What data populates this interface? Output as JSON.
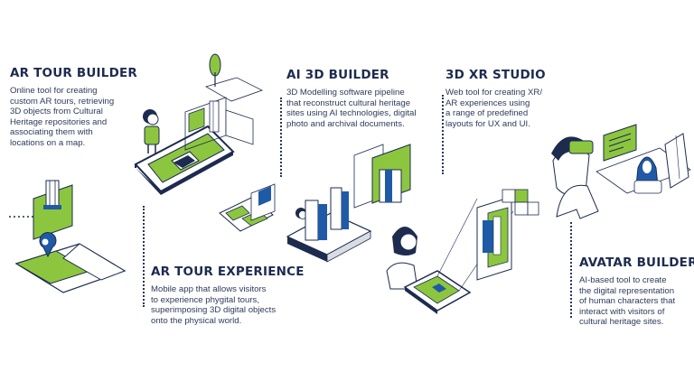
{
  "colors": {
    "navy": "#1d2b4f",
    "green": "#8cc63f",
    "blue": "#1f5aa6",
    "grey": "#d9dde3"
  },
  "sections": {
    "ar_tour_builder": {
      "title": "AR TOUR BUILDER",
      "lines": [
        "Online tool for creating",
        "custom AR tours, retrieving",
        "3D objects from Cultural",
        "Heritage repositories and",
        "associating them with",
        "locations on a map."
      ]
    },
    "ai_3d_builder": {
      "title": "AI 3D BUILDER",
      "lines": [
        "3D Modelling software pipeline",
        "that reconstruct cultural heritage",
        "sites using AI technologies, digital",
        "photo and archival documents."
      ]
    },
    "xr_studio": {
      "title": "3D XR STUDIO",
      "lines": [
        "Web tool for creating XR/",
        "AR experiences using",
        "a range of predefined",
        "layouts for UX and UI."
      ]
    },
    "ar_tour_experience": {
      "title": "AR TOUR EXPERIENCE",
      "lines": [
        "Mobile app that allows visitors",
        "to experience phygital tours,",
        "superimposing 3D digital objects",
        "onto the physical world."
      ]
    },
    "avatar_builder": {
      "title": "AVATAR BUILDER",
      "lines": [
        "AI-based tool to create",
        "the digital representation",
        "of human characters that",
        "interact with visitors of",
        "cultural heritage sites."
      ]
    }
  }
}
